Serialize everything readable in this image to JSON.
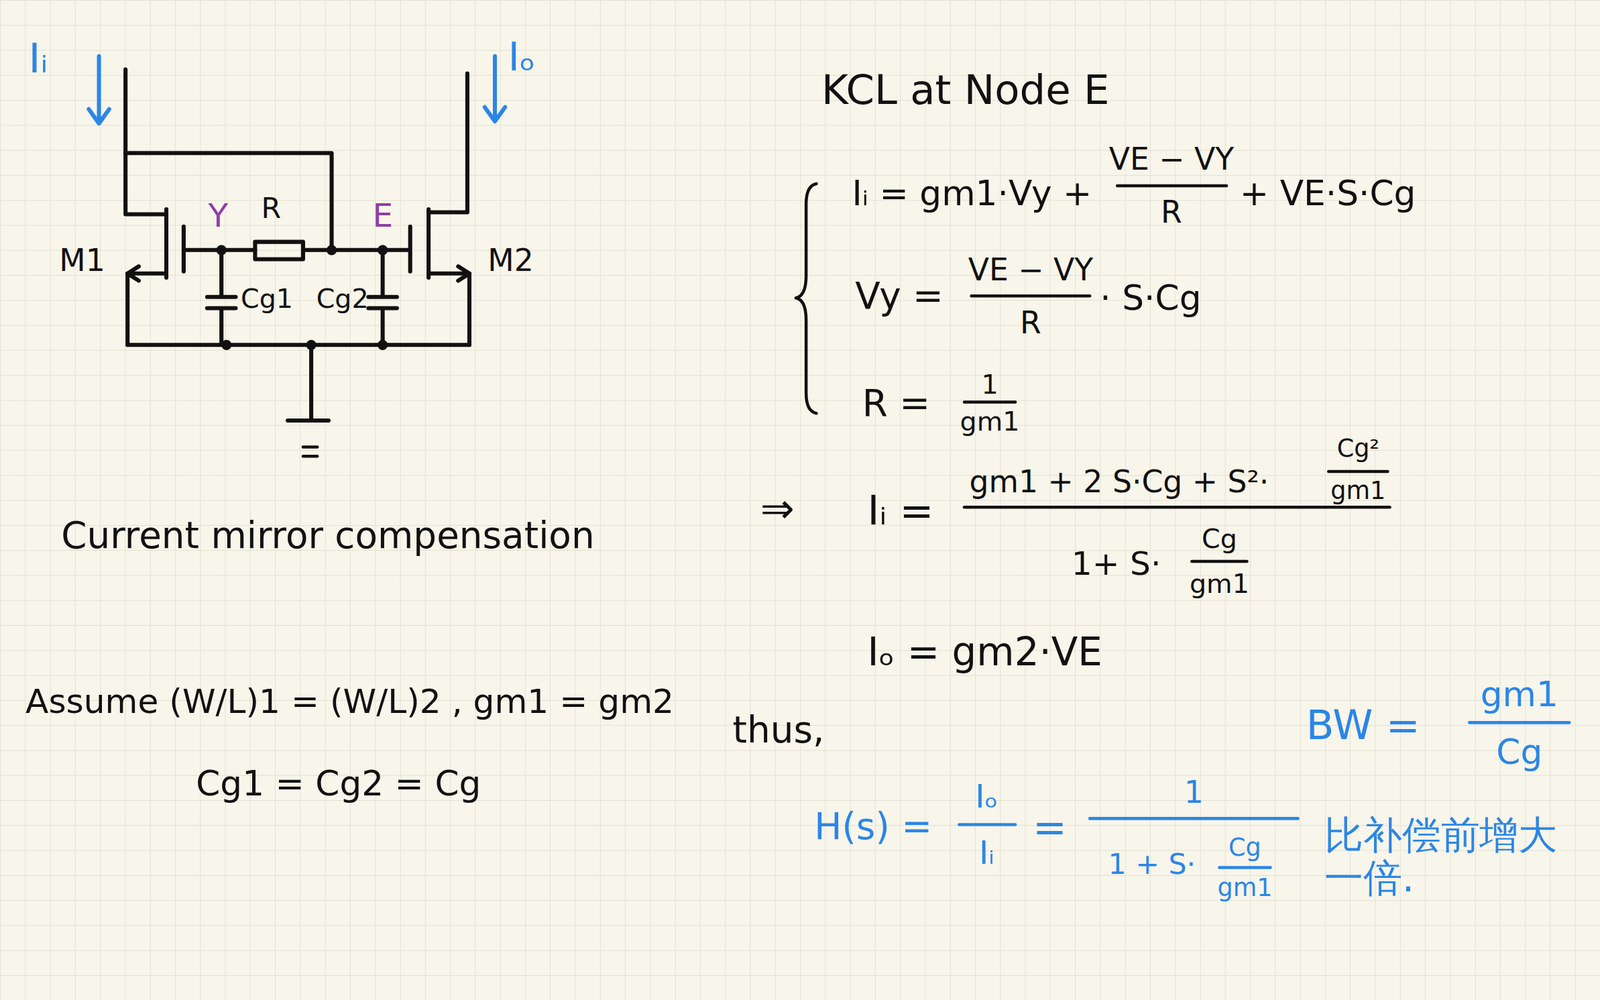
{
  "diagram": {
    "labels": [
      "Iᵢ",
      "Iₒ",
      "M1",
      "Y",
      "R",
      "E",
      "Cg1",
      "Cg2",
      "M2",
      "Current mirror compensation",
      "Assume (W/L)1 = (W/L)2 , gm1 = gm2",
      "Cg1 = Cg2 = Cg",
      "KCL at Node E",
      "Iᵢ = gm1·Vy +",
      "VE − VY",
      "R",
      "+ VE·S·Cg",
      "Vy =",
      "VE − VY",
      "R",
      "· S·Cg",
      "R =",
      "1",
      "gm1",
      "⇒",
      "Iᵢ =",
      "gm1 + 2 S·Cg + S²·",
      "Cg²",
      "gm1",
      "1+ S·",
      "Cg",
      "gm1",
      "Iₒ = gm2·VE",
      "thus,",
      "BW =",
      "gm1",
      "Cg",
      "H(s) =",
      "Iₒ",
      "Iᵢ",
      "=",
      "1",
      "1 + S·",
      "Cg",
      "gm1",
      "比补偿前增大 一倍."
    ]
  }
}
